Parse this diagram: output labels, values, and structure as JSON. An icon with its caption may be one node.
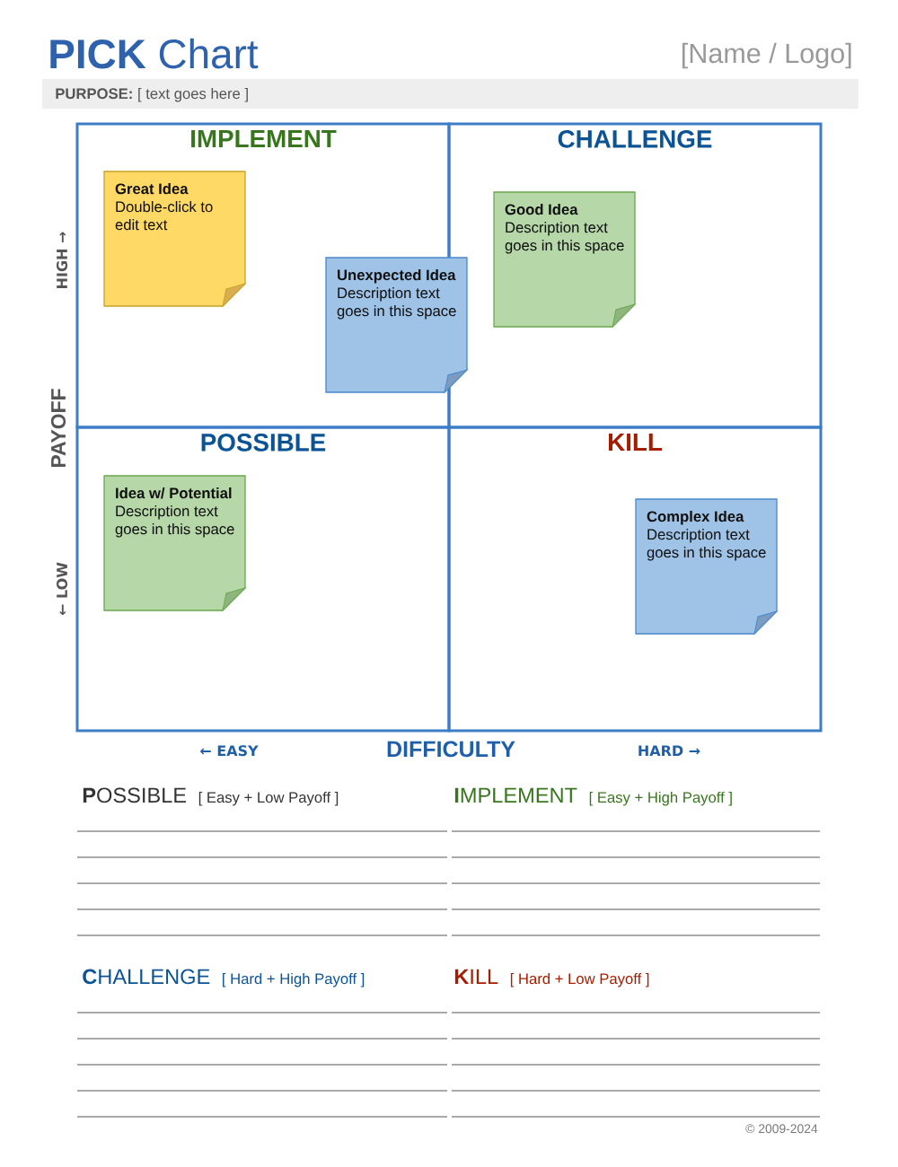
{
  "diagram": {
    "title": "**PICK** Chart",
    "nodes": [
      {
        "text": [
          "IMPLEMENT"
        ]
      },
      {
        "text": [
          "Great Idea",
          "Double-click to edit text"
        ],
        "in": 0
      },
      {
        "text": [
          "Unexpected Idea",
          "Description text goes in this space"
        ]
      },
      {
        "text": [
          "CHALLENGE"
        ]
      },
      {
        "text": [
          "Good Idea",
          "Description text goes in this space"
        ],
        "in": 3
      },
      {
        "text": [
          "POSSIBLE"
        ]
      },
      {
        "text": [
          "Idea w/ Potential",
          "Description text goes in this space"
        ],
        "in": 5
      },
      {
        "text": [
          "KILL"
        ]
      },
      {
        "text": [
          "Complex Idea",
          "Description text goes in this space"
        ],
        "in": 7
      }
    ],
    "labels": [
      "[Name / Logo]",
      "**PURPOSE:** [ text goes here ]",
      "HIGH →",
      "PAYOFF",
      "← LOW",
      "← EASY",
      "DIFFICULTY",
      "HARD →",
      "**P**OSSIBLE",
      "[ Easy + Low Payoff ]",
      "**I**MPLEMENT",
      "[ Easy + High Payoff ]",
      "**C**HALLENGE",
      "[ Hard + High Payoff ]",
      "**K**ILL",
      "[ Hard + Low Payoff ]",
      "© 2009-2024"
    ]
  }
}
